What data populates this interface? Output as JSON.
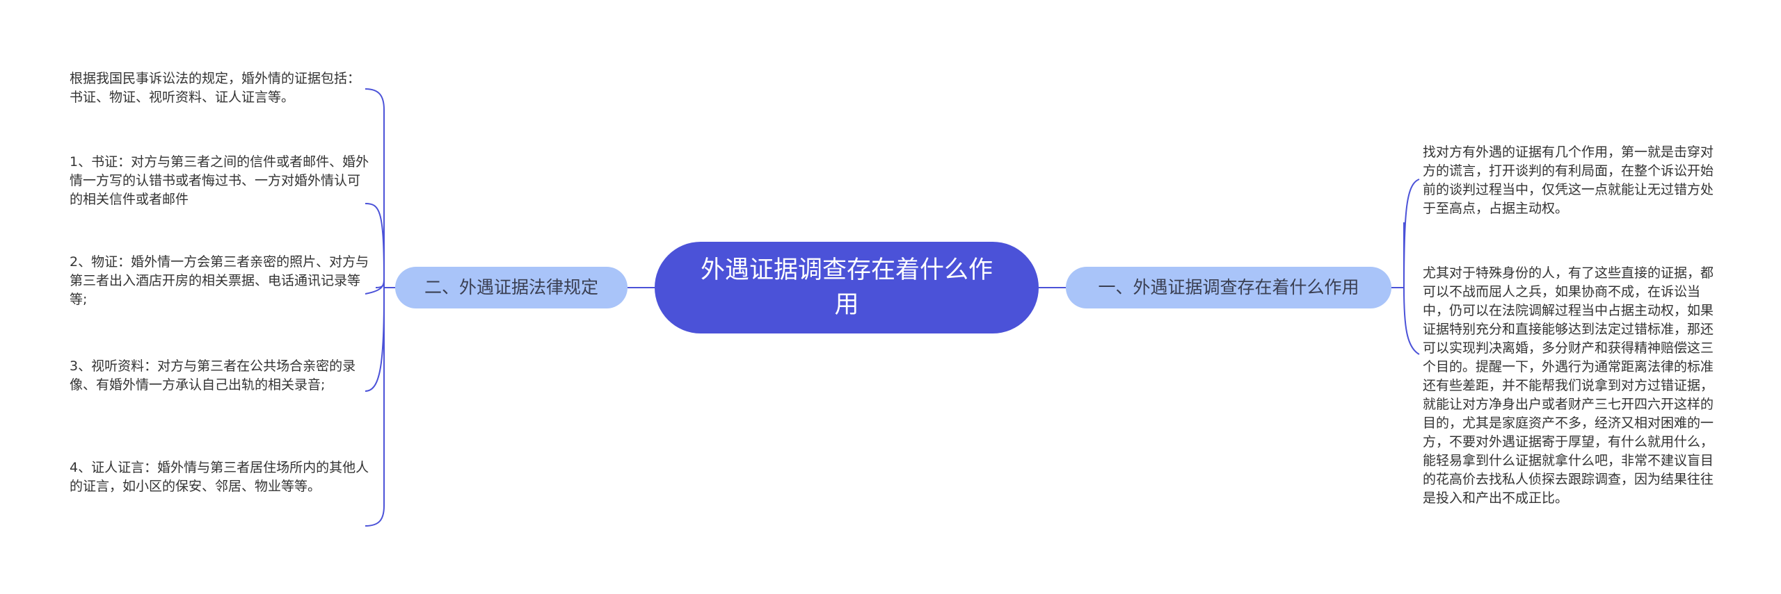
{
  "central": {
    "title": "外遇证据调查存在着什么作用"
  },
  "branches": {
    "left": {
      "label": "二、外遇证据法律规定",
      "leaves": [
        "根据我国民事诉讼法的规定，婚外情的证据包括：书证、物证、视听资料、证人证言等。",
        "1、书证：对方与第三者之间的信件或者邮件、婚外情一方写的认错书或者悔过书、一方对婚外情认可的相关信件或者邮件",
        "2、物证：婚外情一方会第三者亲密的照片、对方与第三者出入酒店开房的相关票据、电话通讯记录等等;",
        "3、视听资料：对方与第三者在公共场合亲密的录像、有婚外情一方承认自己出轨的相关录音;",
        "4、证人证言：婚外情与第三者居住场所内的其他人的证言，如小区的保安、邻居、物业等等。"
      ]
    },
    "right": {
      "label": "一、外遇证据调查存在着什么作用",
      "leaves": [
        "找对方有外遇的证据有几个作用，第一就是击穿对方的谎言，打开谈判的有利局面，在整个诉讼开始前的谈判过程当中，仅凭这一点就能让无过错方处于至高点，占据主动权。",
        "尤其对于特殊身份的人，有了这些直接的证据，都可以不战而屈人之兵，如果协商不成，在诉讼当中，仍可以在法院调解过程当中占据主动权，如果证据特别充分和直接能够达到法定过错标准，那还可以实现判决离婚，多分财产和获得精神赔偿这三个目的。提醒一下，外遇行为通常距离法律的标准还有些差距，并不能帮我们说拿到对方过错证据，就能让对方净身出户或者财产三七开四六开这样的目的，尤其是家庭资产不多，经济又相对困难的一方，不要对外遇证据寄于厚望，有什么就用什么，能轻易拿到什么证据就拿什么吧，非常不建议盲目的花高价去找私人侦探去跟踪调查，因为结果往往是投入和产出不成正比。"
      ]
    }
  },
  "colors": {
    "central_fill": "#4b52d8",
    "branch_fill": "#a9c4f9",
    "connector": "#4b52d8",
    "text": "#333333"
  }
}
